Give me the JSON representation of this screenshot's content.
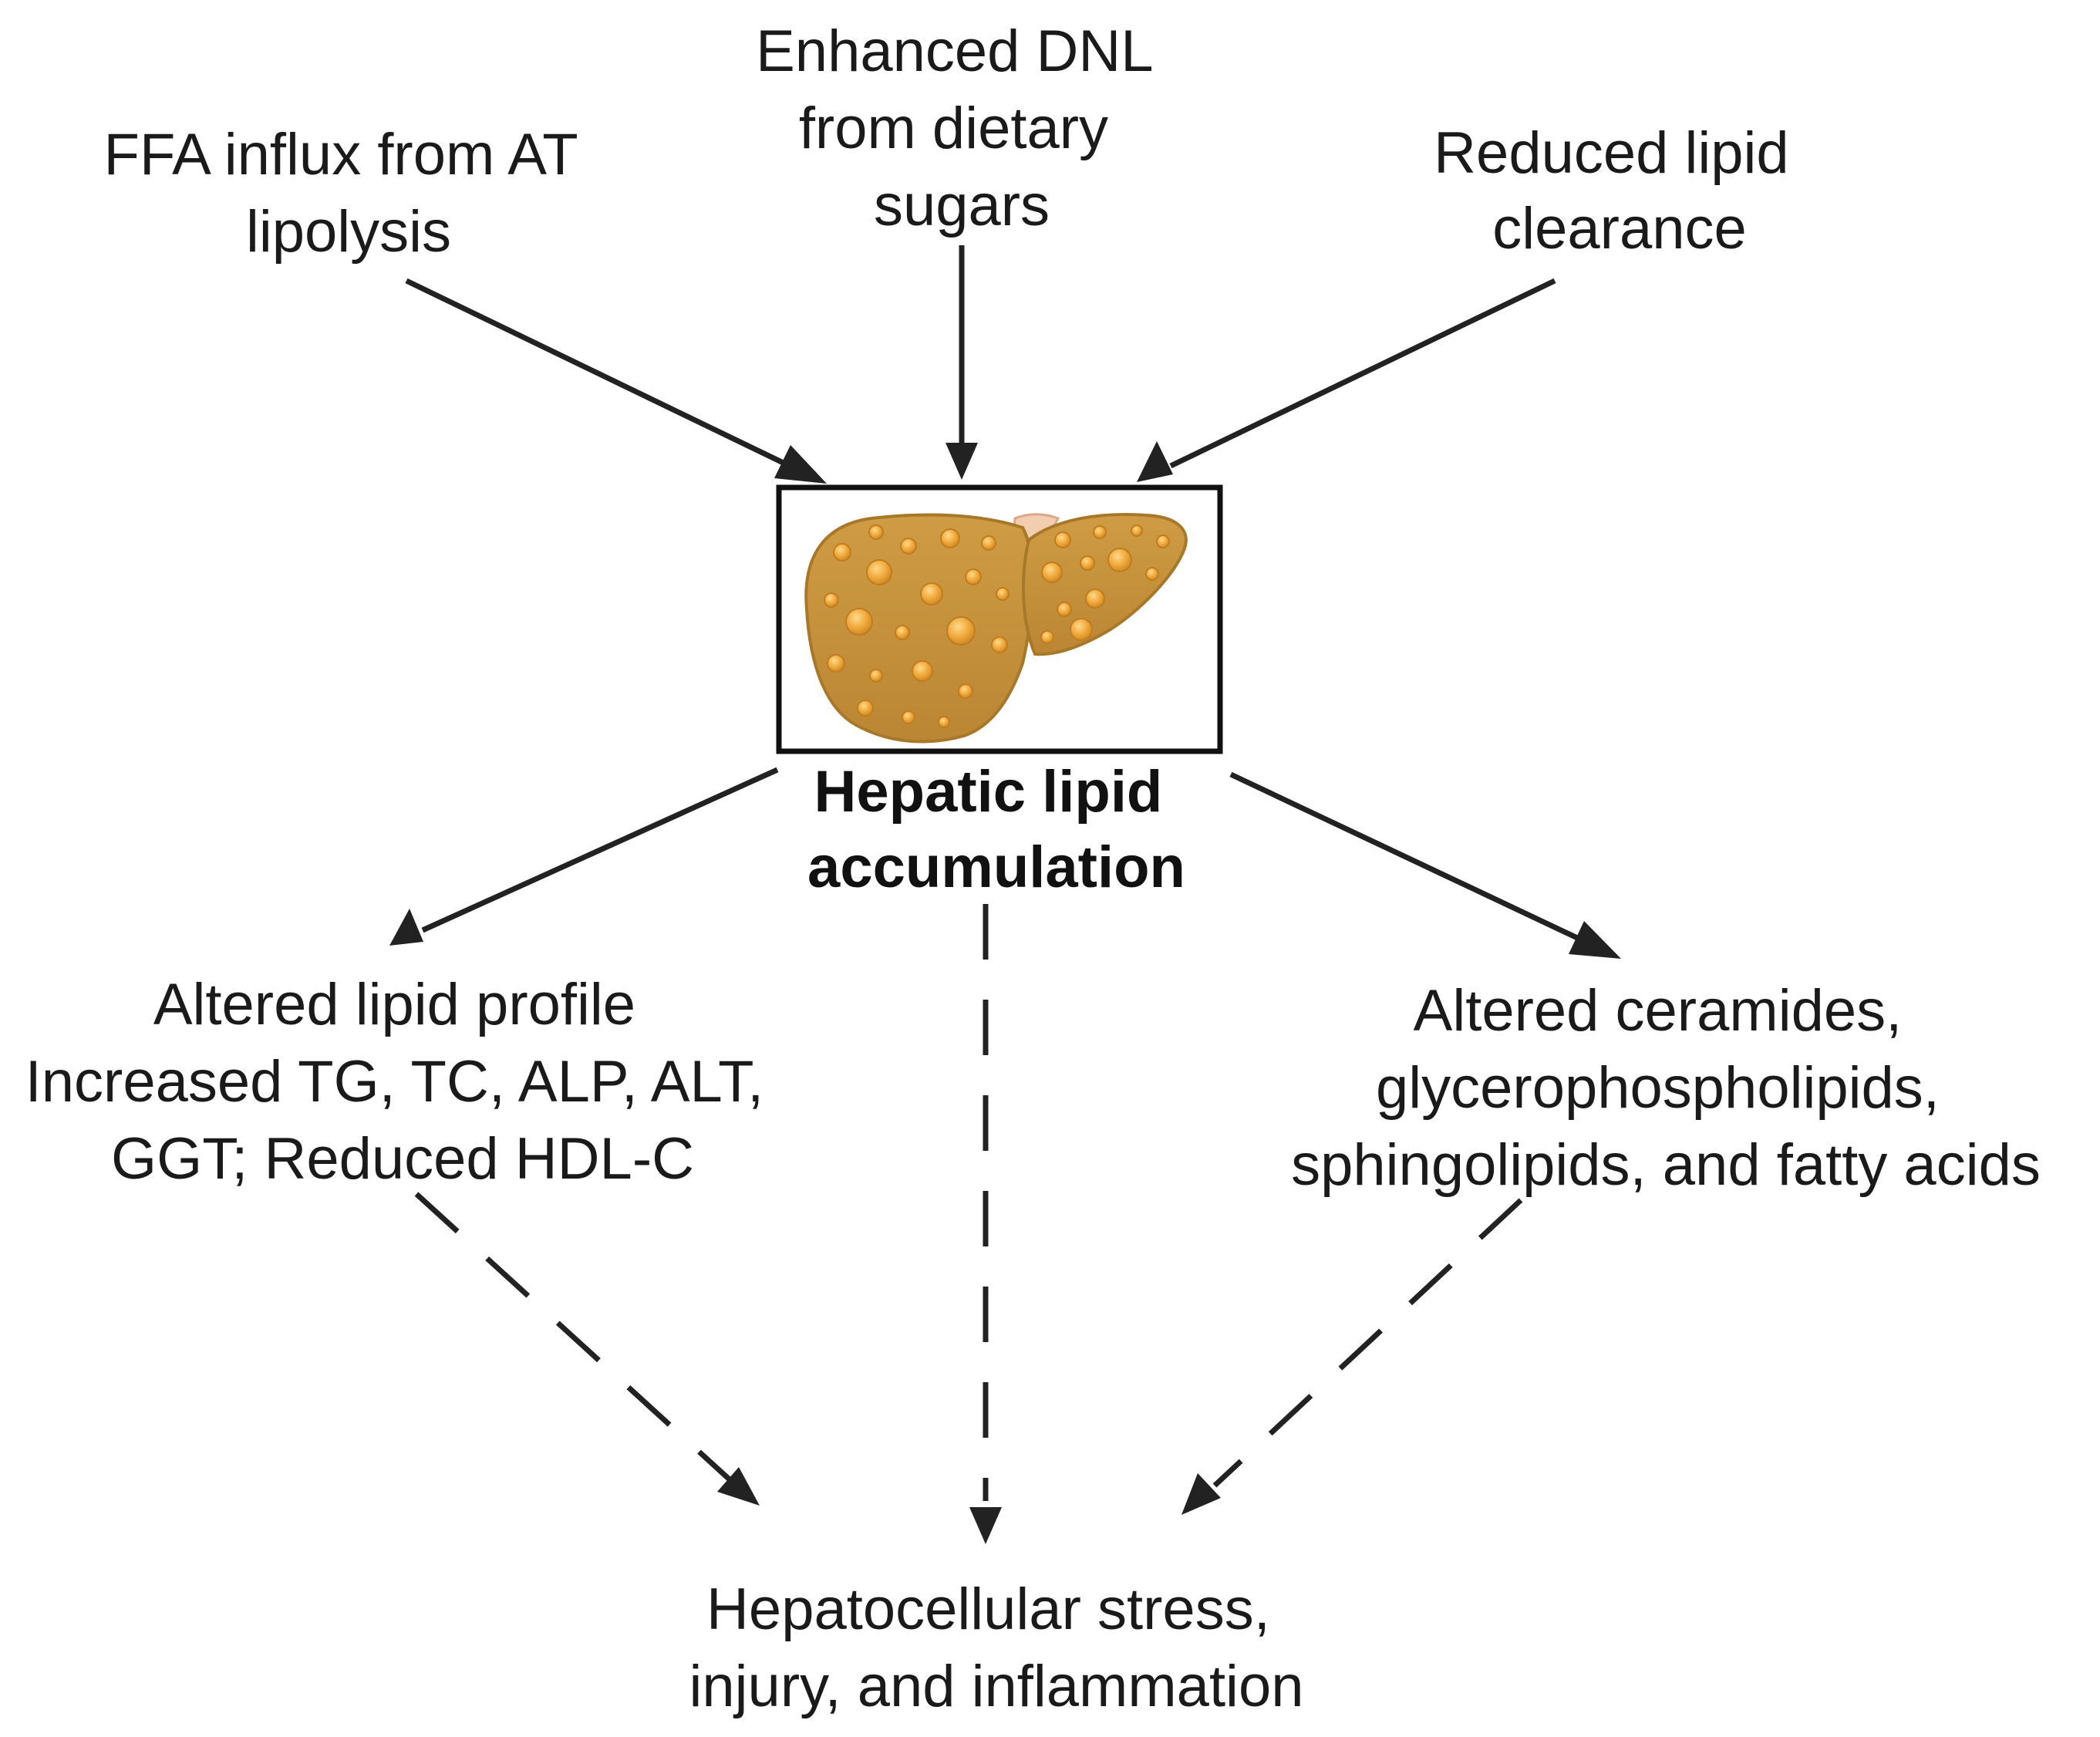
{
  "inputs": {
    "ffa": [
      "FFA influx from AT",
      "lipolysis"
    ],
    "dnl": [
      "Enhanced DNL",
      "from dietary",
      "sugars"
    ],
    "clearance": [
      "Reduced lipid",
      "clearance"
    ]
  },
  "center": {
    "title": [
      "Hepatic lipid",
      "accumulation"
    ]
  },
  "outputs": {
    "lipid_profile": [
      "Altered lipid profile",
      "Increased TG, TC, ALP, ALT,",
      "GGT; Reduced HDL-C"
    ],
    "lipid_species": [
      "Altered ceramides,",
      "glycerophospholipids,",
      "sphingolipids, and fatty acids"
    ]
  },
  "outcome": [
    "Hepatocellular stress,",
    "injury, and inflammation"
  ],
  "colors": {
    "liver_fill": "#c8953d",
    "liver_edge": "#a8782a",
    "droplet": "#f0a83a",
    "ligament": "#f2cdb0",
    "arrow": "#222222"
  },
  "icons": {
    "liver": "fatty-liver-icon"
  }
}
